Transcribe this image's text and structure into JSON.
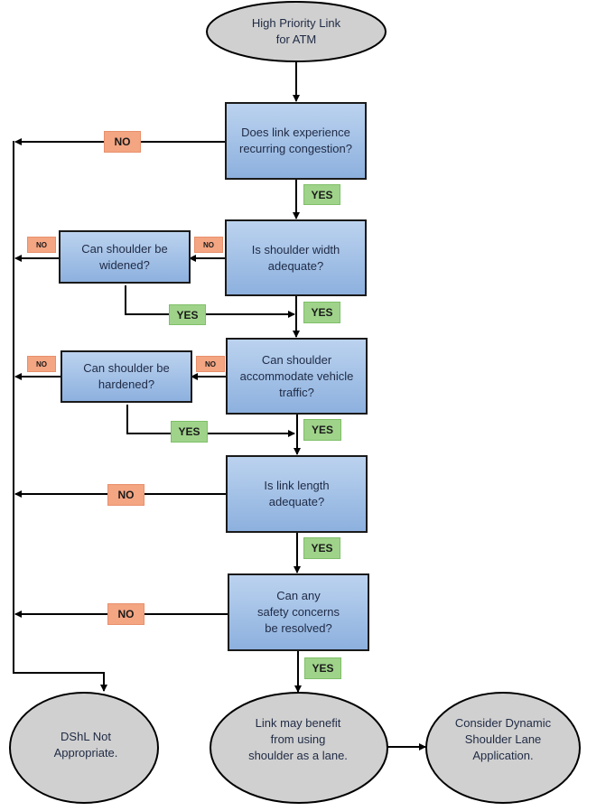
{
  "diagram": {
    "start": {
      "label": "High Priority Link\nfor ATM"
    },
    "decisions": [
      {
        "id": "q1",
        "label": "Does link experience\nrecurring congestion?"
      },
      {
        "id": "q2",
        "label": "Is shoulder width\nadequate?"
      },
      {
        "id": "q2b",
        "label": "Can shoulder be\nwidened?"
      },
      {
        "id": "q3",
        "label": "Can shoulder\naccommodate vehicle\ntraffic?"
      },
      {
        "id": "q3b",
        "label": "Can shoulder be\nhardened?"
      },
      {
        "id": "q4",
        "label": "Is link length\nadequate?"
      },
      {
        "id": "q5",
        "label": "Can any\nsafety concerns\nbe resolved?"
      }
    ],
    "terminals": [
      {
        "id": "not_appropriate",
        "label": "DShL Not\nAppropriate."
      },
      {
        "id": "benefit",
        "label": "Link may benefit\nfrom using\nshoulder as a lane."
      },
      {
        "id": "consider",
        "label": "Consider Dynamic\nShoulder Lane\nApplication."
      }
    ],
    "labels": {
      "yes": "YES",
      "no": "NO"
    },
    "colors": {
      "decision_fill_top": "#b9d1ee",
      "decision_fill_bottom": "#8fb2df",
      "terminal_fill": "#d0d0d0",
      "yes_badge": "#9fd38a",
      "no_badge": "#f4a582",
      "line": "#000000"
    }
  }
}
